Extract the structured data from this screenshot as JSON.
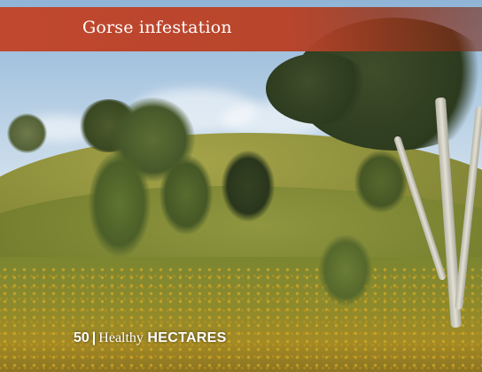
{
  "banner": {
    "title": "Gorse infestation"
  },
  "footer": {
    "page_number": "50",
    "separator": "|",
    "publication_prefix": "Healthy",
    "publication_name": "HECTARES"
  },
  "colors": {
    "banner": "#c0482e",
    "text": "#ffffff"
  }
}
